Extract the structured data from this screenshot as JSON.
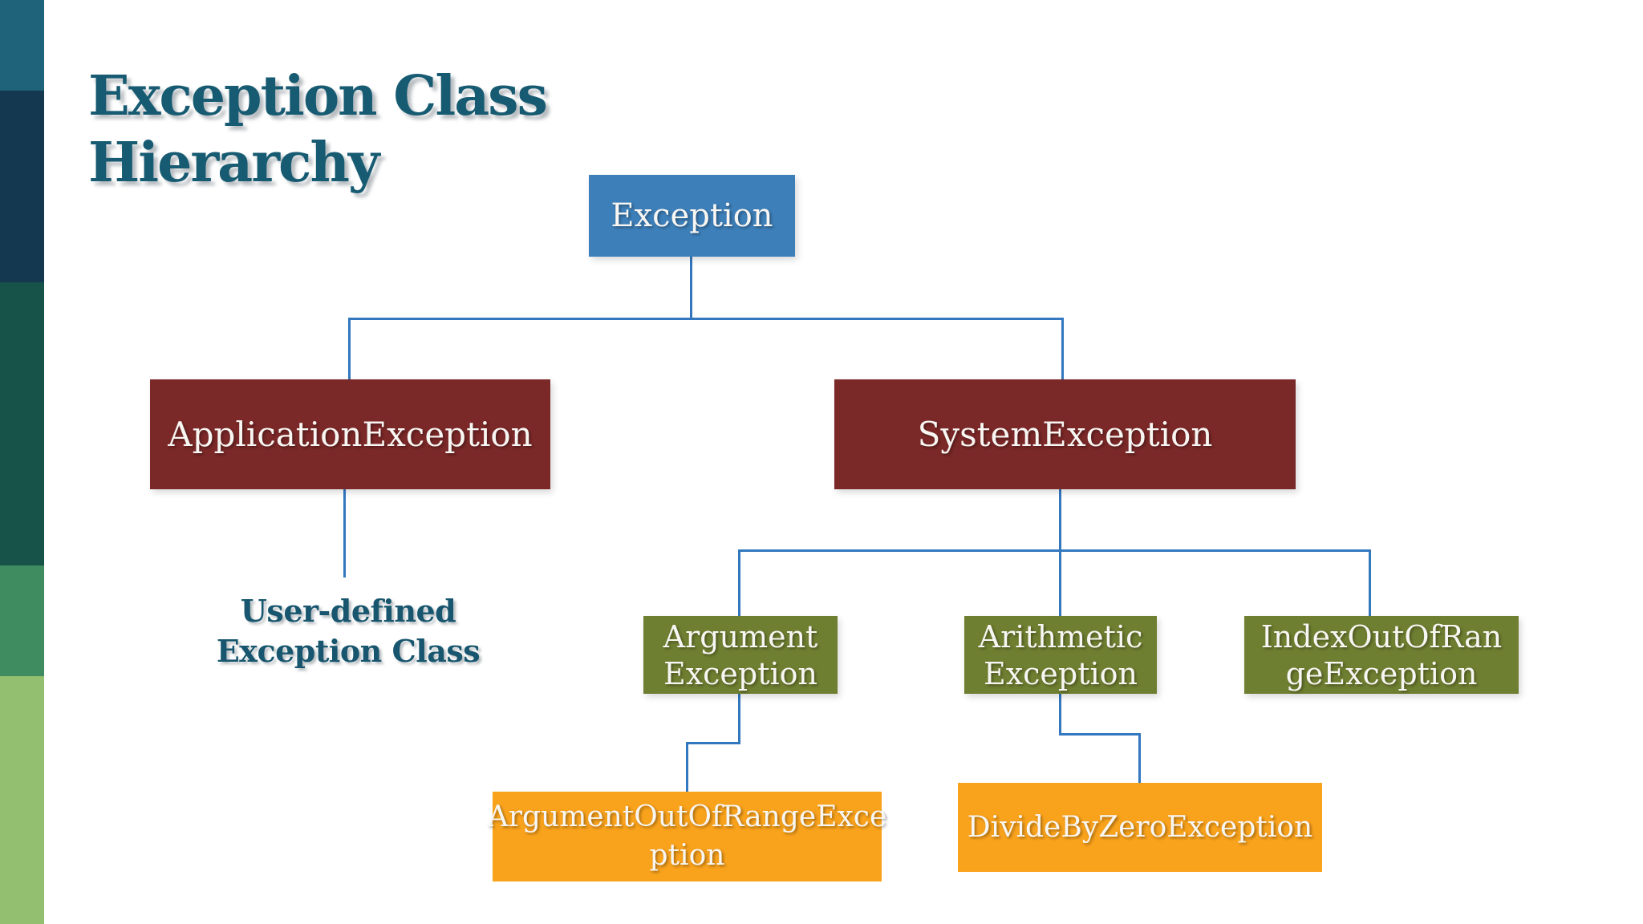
{
  "slide": {
    "title": "Exception Class Hierarchy",
    "title_lines": [
      "Exception Class",
      "Hierarchy"
    ],
    "background_color": "#ffffff",
    "title_color": "#175b72"
  },
  "sidebar_stripe": {
    "bands": [
      {
        "name": "teal",
        "color": "#1e6379"
      },
      {
        "name": "navy",
        "color": "#14384f"
      },
      {
        "name": "deep-green",
        "color": "#185349"
      },
      {
        "name": "green",
        "color": "#3e8c60"
      },
      {
        "name": "light-green",
        "color": "#92bf70"
      }
    ]
  },
  "diagram": {
    "connector_color": "#3377be",
    "nodes": {
      "exception": {
        "label": "Exception",
        "lines": [
          "Exception"
        ],
        "color": "#3d7fb9"
      },
      "application_exception": {
        "label": "ApplicationException",
        "lines": [
          "ApplicationException"
        ],
        "color": "#7b2828"
      },
      "system_exception": {
        "label": "SystemException",
        "lines": [
          "SystemException"
        ],
        "color": "#7b2828"
      },
      "argument_exception": {
        "label": "Argument Exception",
        "lines": [
          "Argument",
          "Exception"
        ],
        "color": "#6f7f31"
      },
      "arithmetic_exception": {
        "label": "Arithmetic Exception",
        "lines": [
          "Arithmetic",
          "Exception"
        ],
        "color": "#6f7f31"
      },
      "index_out_of_range_exception": {
        "label": "IndexOutOfRangeException",
        "lines": [
          "IndexOutOfRan",
          "geException"
        ],
        "color": "#6f7f31"
      },
      "argument_out_of_range_exception": {
        "label": "ArgumentOutOfRangeException",
        "lines": [
          "ArgumentOutOfRangeExce",
          "ption"
        ],
        "color": "#f9a21c"
      },
      "divide_by_zero_exception": {
        "label": "DivideByZeroException",
        "lines": [
          "DivideByZeroException"
        ],
        "color": "#f9a21c"
      }
    },
    "caption": {
      "label": "User-defined Exception Class",
      "lines": [
        "User-defined",
        "Exception Class"
      ],
      "color": "#17566e"
    }
  }
}
